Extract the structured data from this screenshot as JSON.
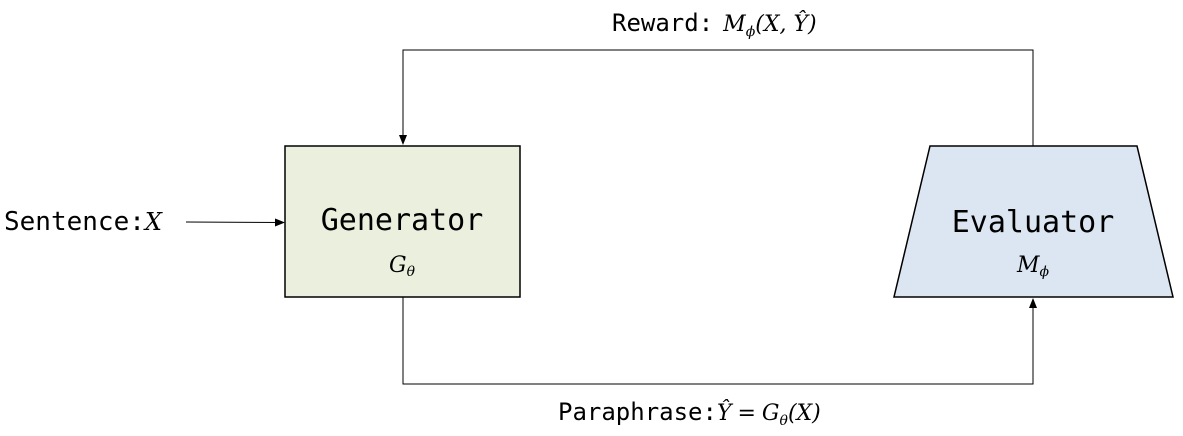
{
  "nodes": {
    "generator": {
      "title": "Generator",
      "symbol_base": "G",
      "symbol_sub": "θ",
      "fill": "#ebf0de"
    },
    "evaluator": {
      "title": "Evaluator",
      "symbol_base": "M",
      "symbol_sub": "ϕ",
      "fill": "#dce6f2"
    }
  },
  "edges": {
    "input": {
      "label": "Sentence:",
      "math": "X"
    },
    "reward": {
      "label": "Reward:",
      "math_M": "M",
      "math_sub": "ϕ",
      "math_args": "(X, Ŷ)"
    },
    "paraphrase": {
      "label": "Paraphrase:",
      "math_Y": "Ŷ",
      "math_eq": "=",
      "math_G": "G",
      "math_sub": "θ",
      "math_args": "(X)"
    }
  },
  "colors": {
    "stroke": "#000000",
    "background": "#ffffff"
  }
}
